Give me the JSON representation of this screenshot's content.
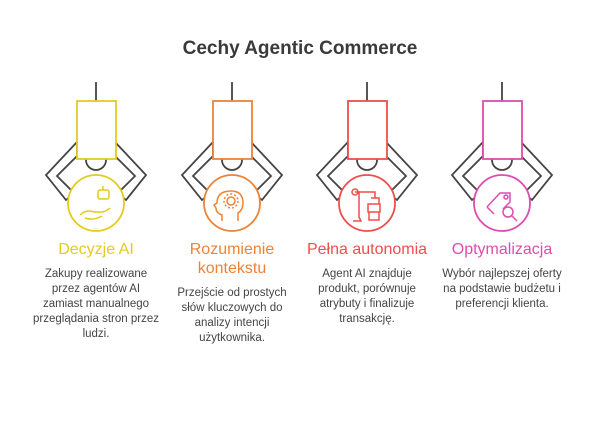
{
  "title": "Cechy Agentic Commerce",
  "items": [
    {
      "title": "Decyzje AI",
      "description": "Zakupy realizowane przez agentów AI zamiast manualnego przeglądania stron przez ludzi.",
      "color": "#e3cc1c",
      "icon": "robot-hand-icon"
    },
    {
      "title": "Rozumienie kontekstu",
      "description": "Przejście od prostych słów kluczowych do analizy intencji użytkownika.",
      "color": "#ee8236",
      "icon": "head-gear-icon"
    },
    {
      "title": "Pełna autonomia",
      "description": "Agent AI znajduje produkt, porównuje atrybuty i finalizuje transakcję.",
      "color": "#ee4e4b",
      "icon": "robot-arm-icon"
    },
    {
      "title": "Optymalizacja",
      "description": "Wybór najlepszej oferty na podstawie budżetu i preferencji klienta.",
      "color": "#e04bb0",
      "icon": "price-tag-search-icon"
    }
  ]
}
